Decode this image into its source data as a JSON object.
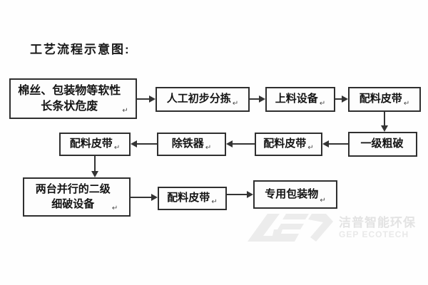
{
  "title": "工艺流程示意图:",
  "flow": {
    "nodes": {
      "source": {
        "text": "棉丝、包装物等软性\n长条状危废",
        "mark": "↵"
      },
      "manual_sort": {
        "text": "人工初步分拣",
        "mark": "↵"
      },
      "feeder": {
        "text": "上料设备",
        "mark": "↵"
      },
      "belt1": {
        "text": "配料皮带",
        "mark": "↵"
      },
      "coarse_crush": {
        "text": "一级粗破",
        "mark": ""
      },
      "belt2": {
        "text": "配料皮带",
        "mark": "↵"
      },
      "iron_remover": {
        "text": "除铁器",
        "mark": "↵"
      },
      "belt3": {
        "text": "配料皮带",
        "mark": "↵"
      },
      "fine_crush": {
        "text": "两台并行的二级\n细破设备",
        "mark": "↵"
      },
      "belt4": {
        "text": "配料皮带",
        "mark": "↵"
      },
      "packaging": {
        "text": "专用包装物",
        "mark": "↵"
      }
    }
  },
  "watermark": {
    "logo": "gep-logo",
    "cn": "洁普智能环保",
    "en": "GEP ECOTECH"
  },
  "colors": {
    "background": "#fefefe",
    "box_border": "#2f2f2f",
    "text": "#141414",
    "arrow": "#343434",
    "watermark_gray": "#e8e8e8"
  }
}
